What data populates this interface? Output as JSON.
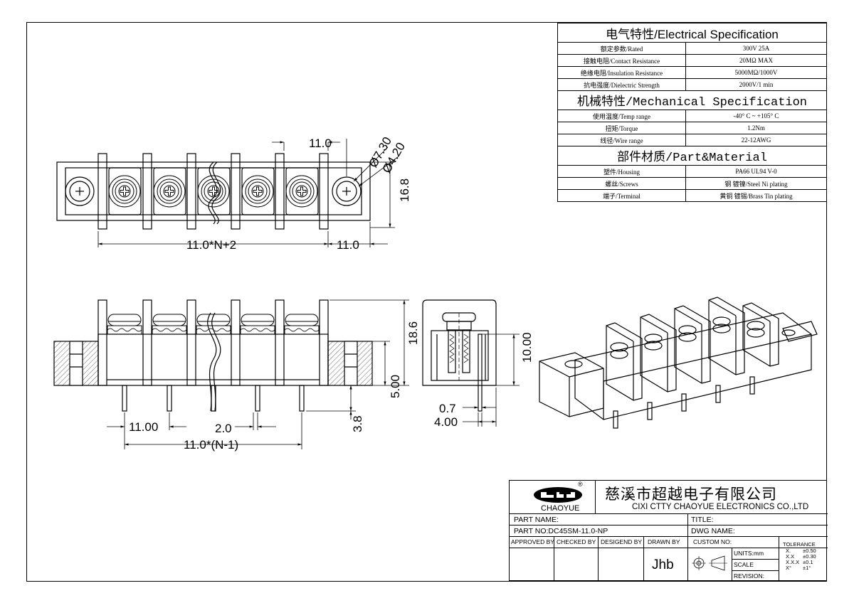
{
  "spec": {
    "electrical_title": "电气特性/Electrical Specification",
    "electrical": [
      {
        "label": "额定参数/Rated",
        "value": "300V  25A"
      },
      {
        "label": "接触电阻/Contact Resistance",
        "value": "20MΩ MAX"
      },
      {
        "label": "绝缘电阻/Insulation Resistance",
        "value": "5000MΩ/1000V"
      },
      {
        "label": "抗电强度/Dielectric Strength",
        "value": "2000V/1 min"
      }
    ],
    "mechanical_title": "机械特性/Mechanical Specification",
    "mechanical": [
      {
        "label": "使用温度/Temp range",
        "value": "-40° C ~ +105° C"
      },
      {
        "label": "扭矩/Torque",
        "value": "1.2Nm"
      },
      {
        "label": "线径/Wire range",
        "value": "22-12AWG"
      }
    ],
    "material_title": "部件材质/Part&Material",
    "material": [
      {
        "label": "塑件/Housing",
        "value": "PA66 UL94 V-0"
      },
      {
        "label": "螺丝/Screws",
        "value": "钢 镀镍/Steel Ni plating"
      },
      {
        "label": "端子/Terminal",
        "value": "黄铜 镀锡/Brass Tin  plating"
      }
    ]
  },
  "dims": {
    "pitch_top": "11.0",
    "dia_hole": "Ø7.30",
    "dia_inner": "Ø4.20",
    "height_top": "16.8",
    "overall": "11.0*N+2",
    "end_pitch": "11.0",
    "height_front": "18.6",
    "pin_len": "5.00",
    "pin_pitch": "11.00",
    "pin_width": "2.0",
    "pin_span": "11.0*(N-1)",
    "pin_tip": "3.8",
    "side_height": "10.00",
    "side_pin": "0.7",
    "side_width": "4.00"
  },
  "title_block": {
    "logo_text": "CHAOYUE",
    "logo_mark": "®",
    "company_cn": "慈溪市超越电子有限公司",
    "company_en": "CIXI CTTY CHAOYUE ELECTRONICS CO.,LTD",
    "part_name_label": "PART NAME:",
    "title_label": "TITLE:",
    "part_no_label": "PART NO:DC45SM-11.0-NP",
    "dwg_name_label": "DWG NAME:",
    "approved_by": "APPROVED BY",
    "checked_by": "CHECKED BY",
    "designed_by": "DESIGEND BY",
    "drawn_by": "DRAWN BY",
    "drawn_value": "Jhb",
    "custom_no": "CUSTOM NO:",
    "units": "UNITS:mm",
    "scale": "SCALE",
    "revision": "REVISION:",
    "tolerance_title": "TOLERANCE",
    "tolerance": [
      {
        "k": "X.",
        "v": "±0.50"
      },
      {
        "k": "X.X",
        "v": "±0.30"
      },
      {
        "k": "X.X.X",
        "v": "±0.1"
      },
      {
        "k": "X°",
        "v": "±1°"
      }
    ]
  }
}
